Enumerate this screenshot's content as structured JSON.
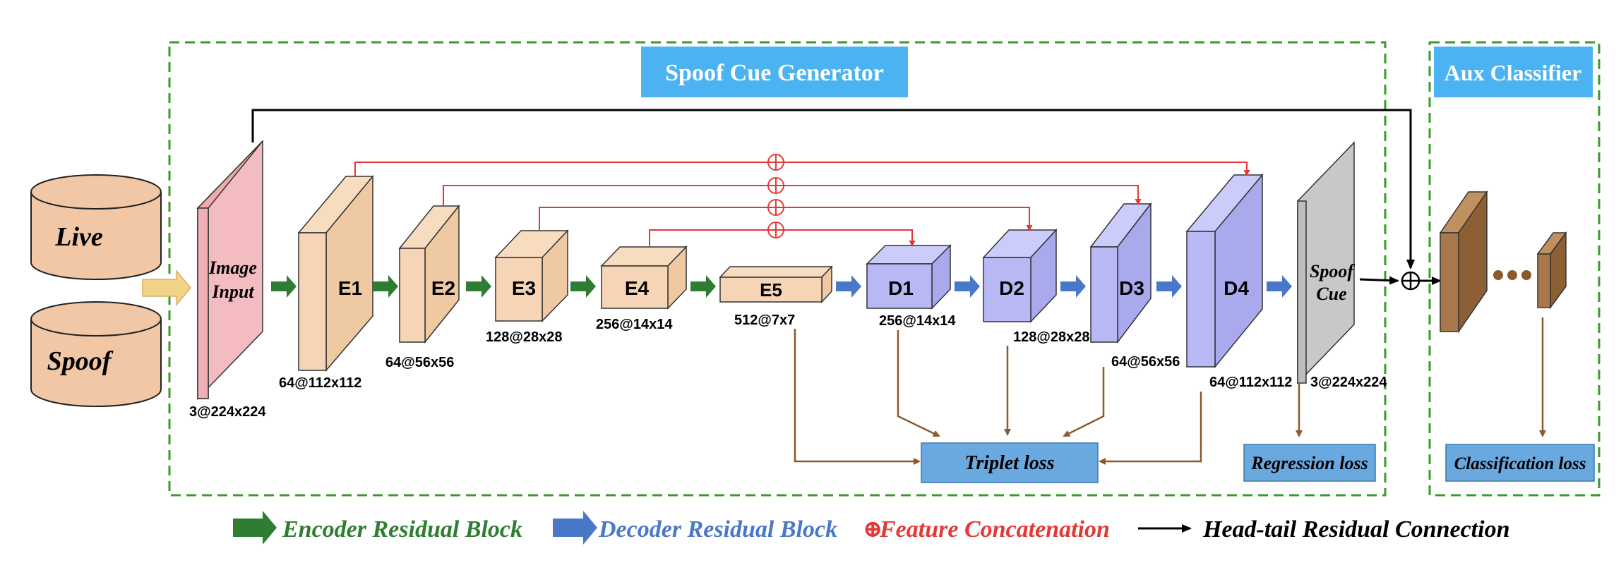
{
  "inputs": {
    "live": "Live",
    "spoof": "Spoof"
  },
  "titles": {
    "generator": "Spoof Cue Generator",
    "aux": "Aux Classifier"
  },
  "blocks": {
    "image_input": {
      "line1": "Image",
      "line2": "Input",
      "dims": "3@224x224"
    },
    "e1": {
      "label": "E1",
      "dims": "64@112x112"
    },
    "e2": {
      "label": "E2",
      "dims": "64@56x56"
    },
    "e3": {
      "label": "E3",
      "dims": "128@28x28"
    },
    "e4": {
      "label": "E4",
      "dims": "256@14x14"
    },
    "e5": {
      "label": "E5",
      "dims": "512@7x7"
    },
    "d1": {
      "label": "D1",
      "dims": "256@14x14"
    },
    "d2": {
      "label": "D2",
      "dims": "128@28x28"
    },
    "d3": {
      "label": "D3",
      "dims": "64@56x56"
    },
    "d4": {
      "label": "D4",
      "dims": "64@112x112"
    },
    "spoof_cue": {
      "line1": "Spoof",
      "line2": "Cue",
      "dims": "3@224x224"
    }
  },
  "losses": {
    "triplet": "Triplet loss",
    "regression": "Regression loss",
    "classification": "Classification loss"
  },
  "legend": {
    "encoder": "Encoder Residual Block",
    "decoder": "Decoder Residual Block",
    "concat_symbol": "⊕",
    "concat": "Feature Concatenation",
    "residual": "Head-tail Residual Connection"
  },
  "colors": {
    "encoder_arrow": "#2e7d32",
    "decoder_arrow": "#4a78c8",
    "concat": "#e53935",
    "loss_box": "#6aa8e0",
    "title_box": "#4bb3f2",
    "encoder_block": "#f6d5b6",
    "decoder_block": "#b8b8f4",
    "input_block": "#f3bcc0",
    "output_block": "#c8c8c8",
    "aux_block": "#a8784a",
    "loss_arrow": "#8b5a2b",
    "dashed_border": "#3a9a2a"
  }
}
